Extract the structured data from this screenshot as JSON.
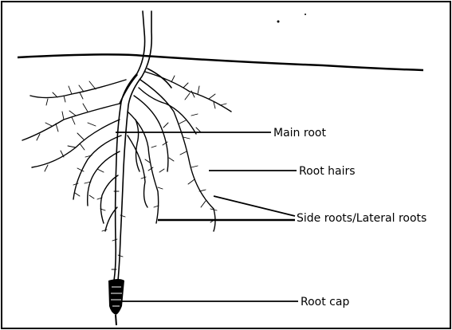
{
  "labels": {
    "main_root": "Main root",
    "root_hairs": "Root hairs",
    "side_roots": "Side roots/Lateral roots",
    "root_cap": "Root cap"
  }
}
